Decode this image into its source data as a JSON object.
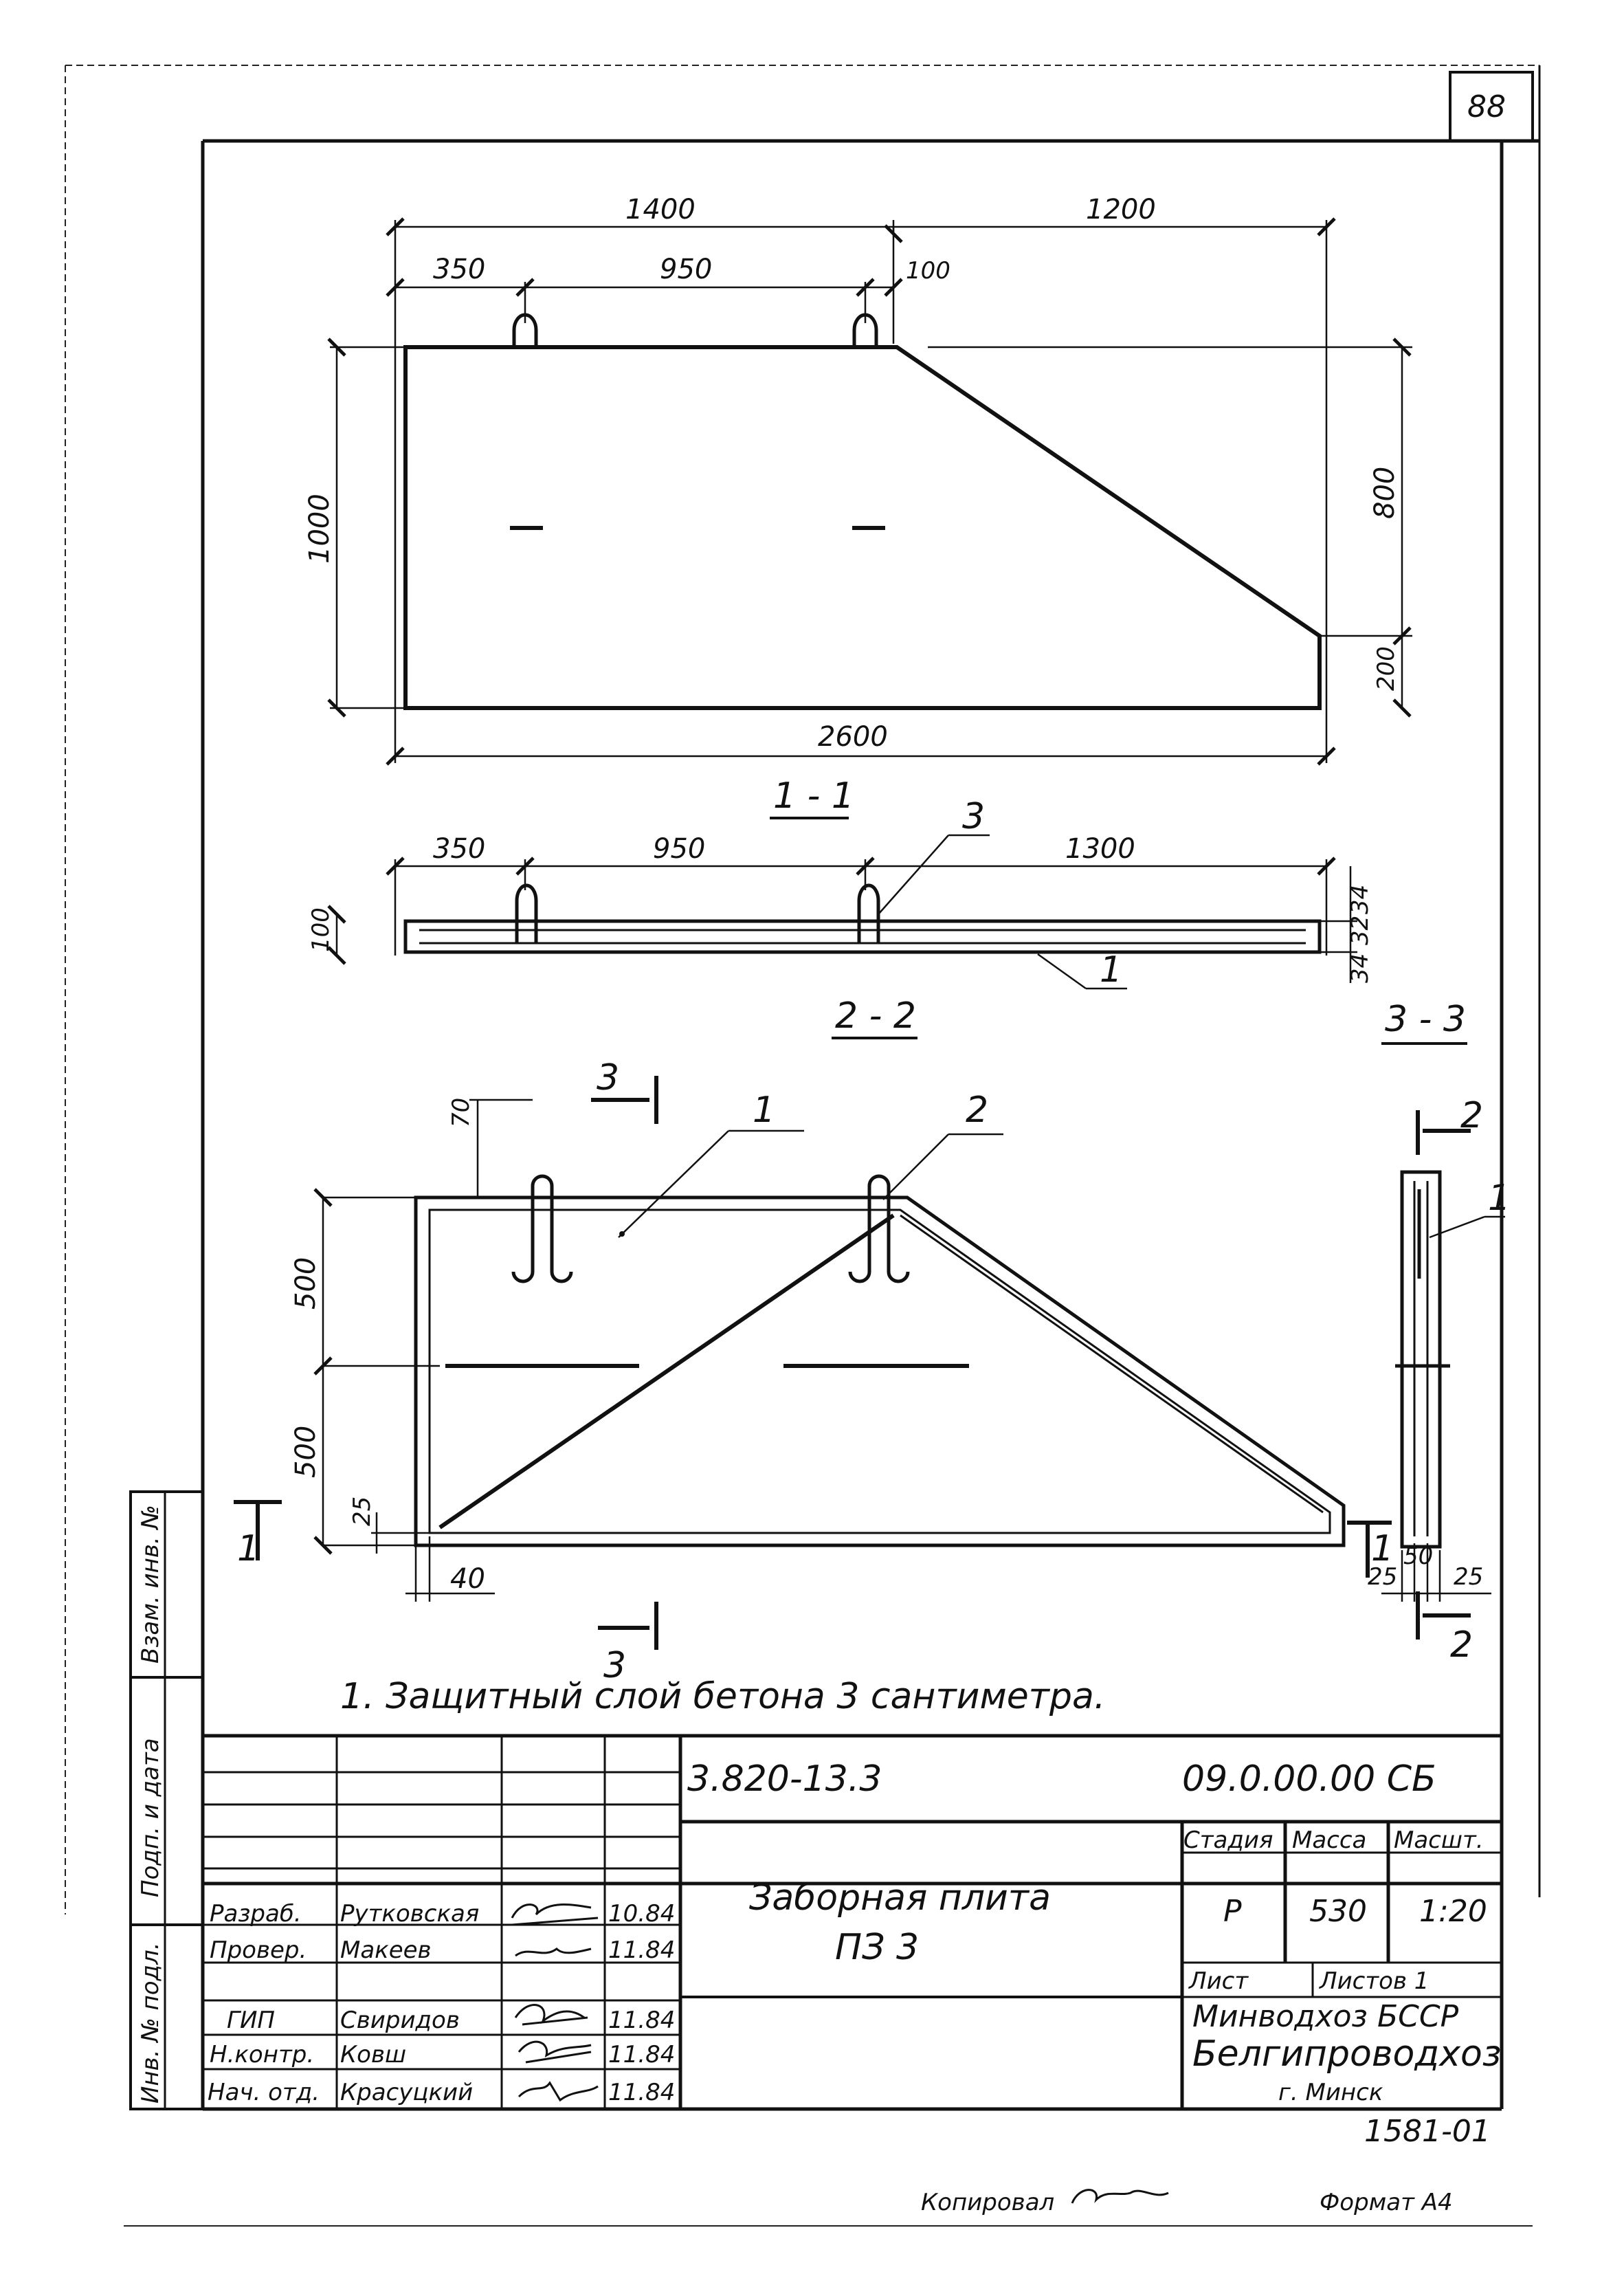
{
  "page_number": "88",
  "views": {
    "main": {
      "dims_top_total": [
        "1400",
        "1200"
      ],
      "dims_top_parts": [
        "350",
        "950",
        "100"
      ],
      "dim_left": "1000",
      "dims_right": [
        "800",
        "200"
      ],
      "dim_bottom": "2600"
    },
    "section_1": {
      "title": "1 - 1",
      "dims": [
        "350",
        "950",
        "1300"
      ],
      "dim_left": "100",
      "dims_right": [
        "34",
        "32",
        "34"
      ],
      "callouts": [
        "3",
        "1"
      ]
    },
    "section_2": {
      "title": "2 - 2",
      "callouts": [
        "1",
        "2"
      ],
      "dims_left": [
        "500",
        "500",
        "25"
      ],
      "dim_top": "70",
      "dim_bottom": "40",
      "cut_marks": [
        "3",
        "3",
        "1",
        "1"
      ]
    },
    "section_3": {
      "title": "3 - 3",
      "callout": "1",
      "dims_bottom": [
        "25",
        "50",
        "25"
      ],
      "cut_marks": [
        "2",
        "2"
      ]
    }
  },
  "note": "1. Защитный  слой  бетона 3 сантиметра.",
  "stamp": {
    "doc_code": "3.820-13.3",
    "drawing_code": "09.0.00.00 СБ",
    "title_line1": "Заборная плита",
    "title_line2": "ПЗ  3",
    "headers": {
      "stage": "Стадия",
      "mass": "Масса",
      "scale": "Масшт."
    },
    "values": {
      "stage": "Р",
      "mass": "530",
      "scale": "1:20"
    },
    "sheet_label": "Лист",
    "sheets_label": "Листов 1",
    "org_line1": "Минводхоз  БССР",
    "org_line2": "Белгипроводхоз",
    "org_line3": "г. Минск",
    "sign_rows": [
      {
        "role": "Разраб.",
        "name": "Рутковская",
        "date": "10.84"
      },
      {
        "role": "Провер.",
        "name": "Макеев",
        "date": "11.84"
      },
      {
        "role": "ГИП",
        "name": "Свиридов",
        "date": "11.84"
      },
      {
        "role": "Н.контр.",
        "name": "Ковш",
        "date": "11.84"
      },
      {
        "role": "Нач. отд.",
        "name": "Красуцкий",
        "date": "11.84"
      }
    ],
    "side_labels": [
      "Инв. № подл.",
      "Подп. и дата",
      "Взам. инв. №"
    ]
  },
  "archive_number": "1581-01",
  "copied_label": "Копировал",
  "format_label": "Формат А4"
}
